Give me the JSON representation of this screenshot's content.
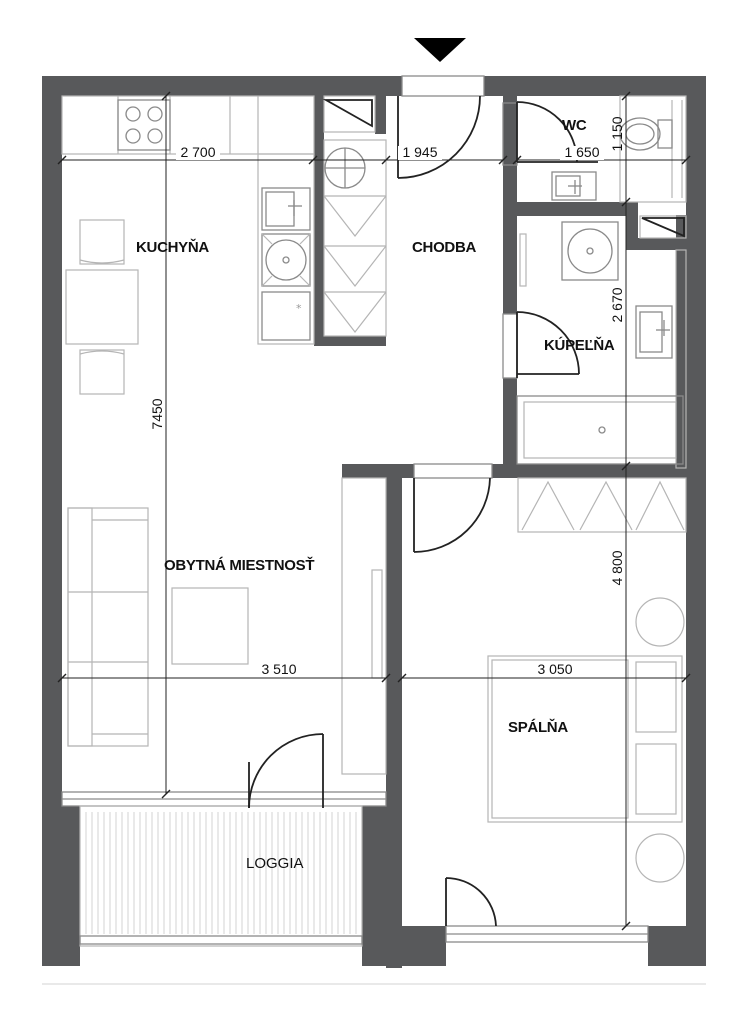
{
  "rooms": {
    "kitchen": "KUCHYŇA",
    "hallway": "CHODBA",
    "wc": "WC",
    "bathroom": "KÚPEĽŇA",
    "living_room": "OBYTNÁ MIESTNOSŤ",
    "bedroom": "SPÁLŇA",
    "loggia": "LOGGIA"
  },
  "dimensions": {
    "kitchen_width": "2 700",
    "hallway_width": "1 945",
    "wc_width": "1 650",
    "wc_depth": "1 150",
    "bathroom_depth": "2 670",
    "living_depth": "7450",
    "living_width": "3 510",
    "bedroom_depth": "4 800",
    "bedroom_width": "3 050"
  },
  "entrance_marker": "entrance-arrow-icon"
}
